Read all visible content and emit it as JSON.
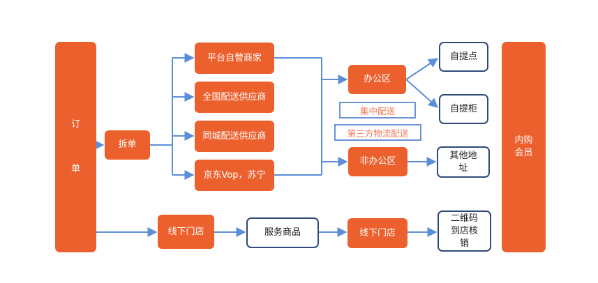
{
  "left_bar": {
    "line1": "订",
    "line2": "单"
  },
  "right_bar": {
    "line1": "内购",
    "line2": "会员"
  },
  "split_node": "拆单",
  "sources": [
    "平台自营商家",
    "全国配送供应商",
    "同城配送供应商",
    "京东Vop，苏宁"
  ],
  "office_node": "办公区",
  "non_office_node": "非办公区",
  "pickup_point": "自提点",
  "pickup_locker": "自提柜",
  "other_address": {
    "line1": "其他地",
    "line2": "址"
  },
  "legend": {
    "centralized": "集中配送",
    "third_party": "第三方物流配送"
  },
  "offline_flow": {
    "store_left": "线下门店",
    "service_goods": "服务商品",
    "store_right": "线下门店",
    "qr_verify": {
      "line1": "二维码",
      "line2": "到店核",
      "line3": "销"
    }
  },
  "colors": {
    "orange": "#ec602e",
    "navy_border": "#2f4a7a",
    "arrow_blue": "#5b8ed8",
    "legend_text": "#ef7a58"
  }
}
